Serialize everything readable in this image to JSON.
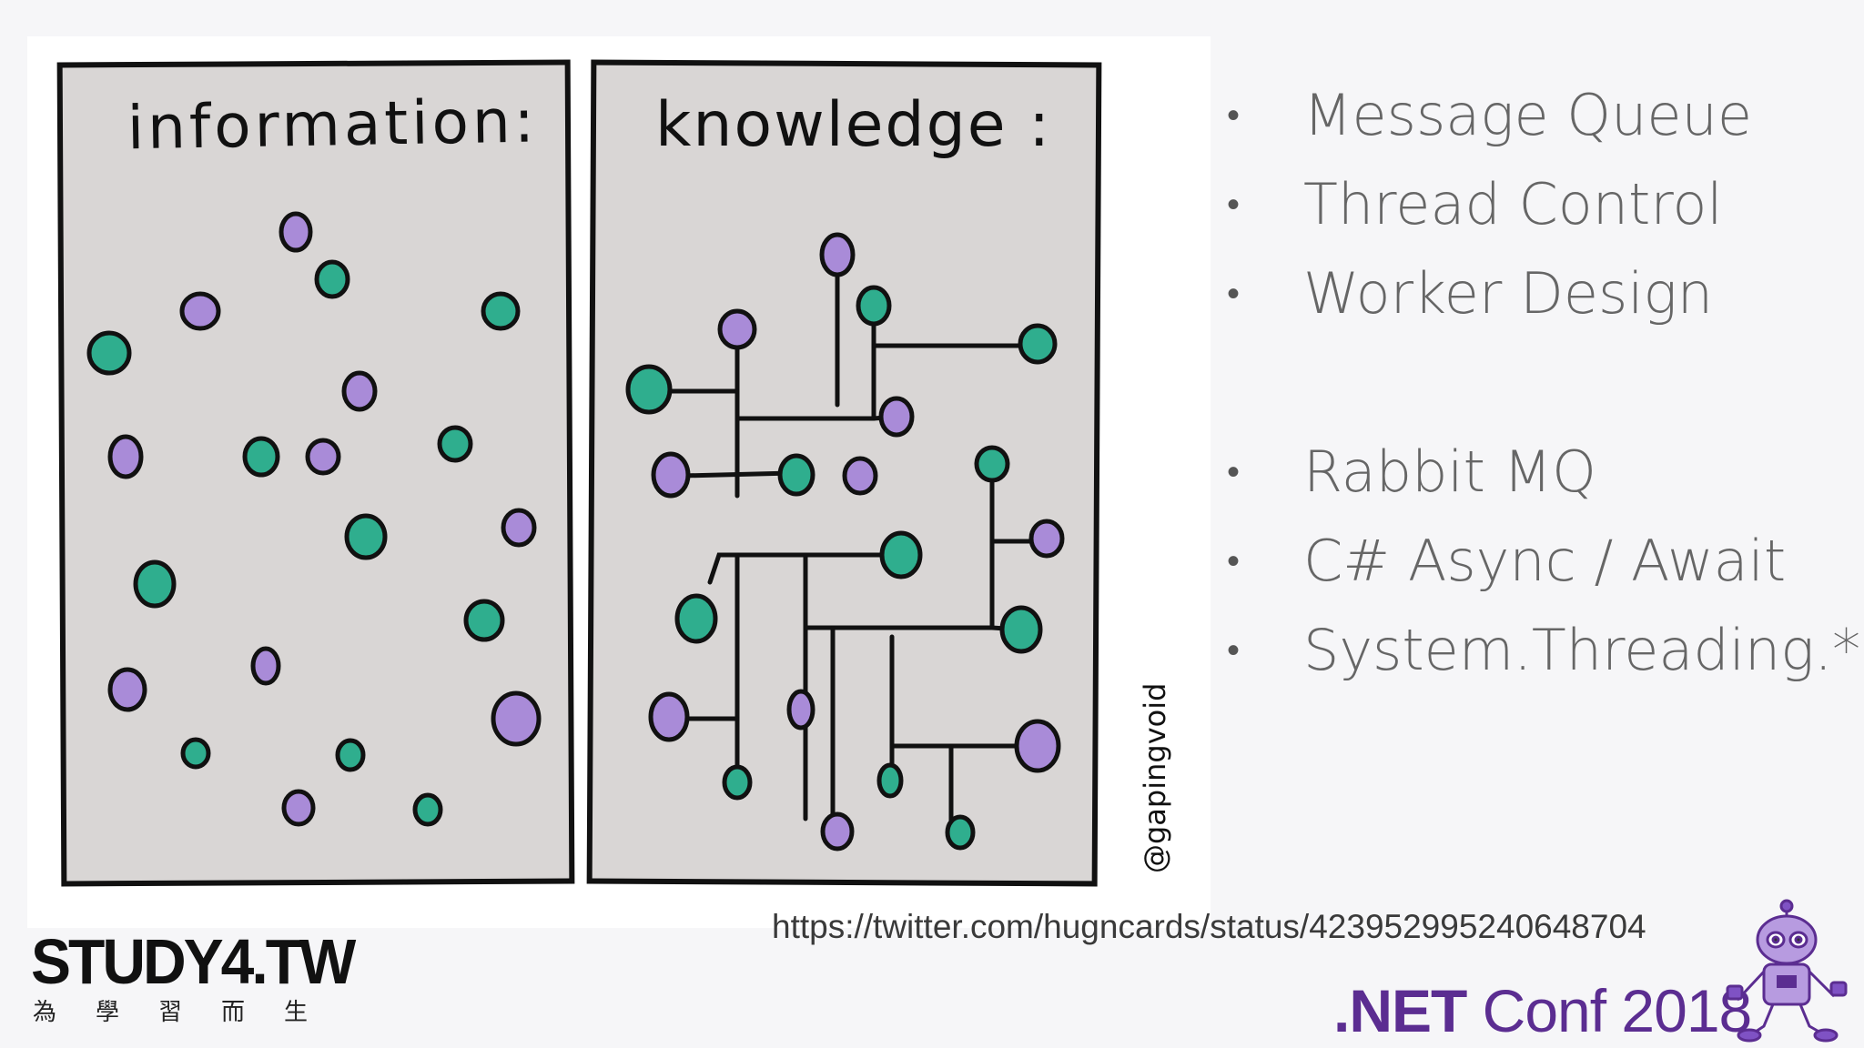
{
  "cartoon": {
    "left_title": "information:",
    "right_title": "knowledge :",
    "credit": "@gapingvoid"
  },
  "bullets": [
    {
      "text": "Message Queue"
    },
    {
      "text": "Thread Control"
    },
    {
      "text": "Worker Design"
    },
    {
      "text": "Rabbit MQ"
    },
    {
      "text": "C# Async / Await"
    },
    {
      "text": "System.Threading.*"
    }
  ],
  "bullet_symbol": "•",
  "source_link": "https://twitter.com/hugncards/status/423952995240648704",
  "logo": {
    "name": "STUDY4.TW",
    "tagline": "為學習而生"
  },
  "conference": {
    "net": ".NET",
    "rest": " Conf 2018"
  },
  "colors": {
    "teal_dot": "#2fae8e",
    "purple_dot": "#a98bd8",
    "panel_bg": "#d9d6d5",
    "brand_purple": "#5b2d91"
  },
  "icons": {
    "mascot": "dotnet-bot-icon"
  }
}
